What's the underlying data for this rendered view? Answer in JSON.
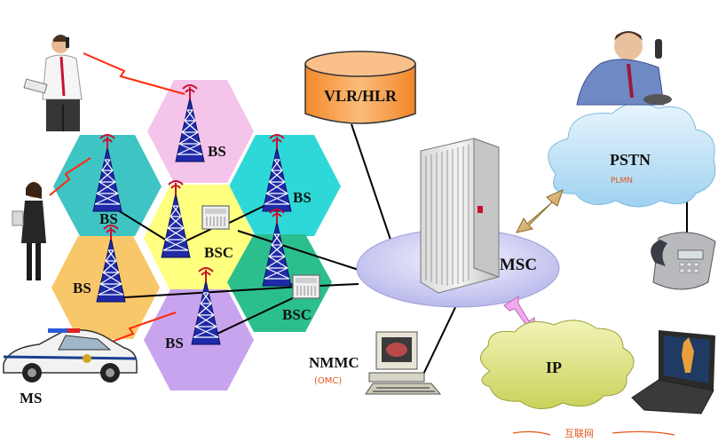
{
  "labels": {
    "bs": "BS",
    "bsc": "BSC",
    "ms": "MS",
    "vlr_hlr": "VLR/HLR",
    "msc": "MSC",
    "pstn": "PSTN",
    "ip": "IP",
    "nmmc": "NMMC"
  },
  "annotations": {
    "pstn_note": "PLMN",
    "nmmc_note": "(OMC)",
    "ip_note": "互联网"
  },
  "colors": {
    "hex_pink": "#f5c4ea",
    "hex_teal": "#3fc4c4",
    "hex_cyan": "#2fd8d8",
    "hex_yellow": "#ffff80",
    "hex_orange": "#f8c76a",
    "hex_green": "#2bbf8e",
    "hex_purple": "#c9a4ee",
    "db": "#f5a04f",
    "msc_ellipse": "#d6d6f6",
    "pstn_cloud": "#b3dcf3",
    "ip_cloud": "#dde48a",
    "annotation": "#e2571b",
    "radio_link": "#ff2a0a"
  }
}
